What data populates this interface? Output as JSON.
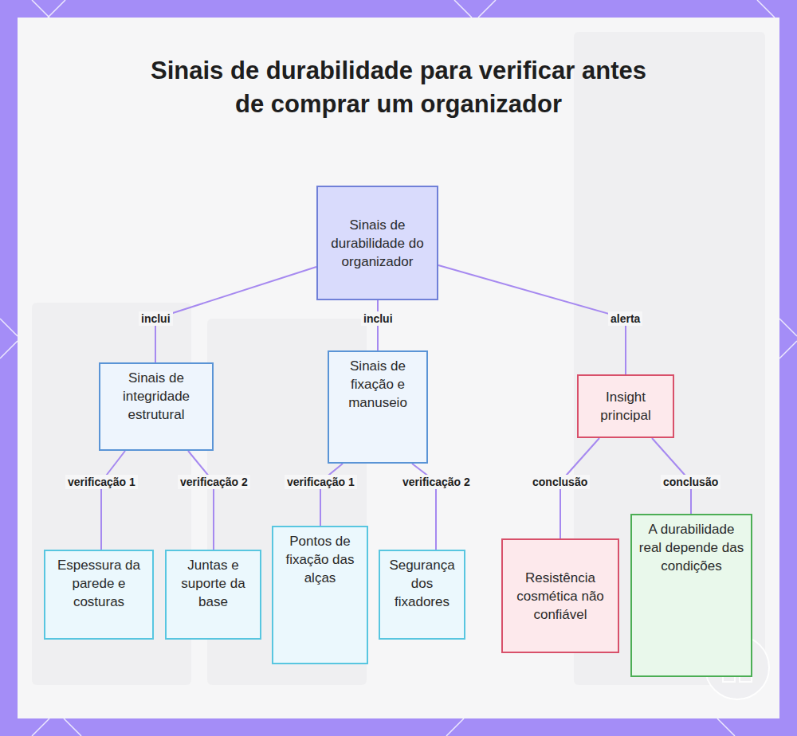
{
  "diagram": {
    "title": "Sinais de durabilidade para verificar antes de comprar um organizador",
    "nodes": [
      {
        "text": [
          "Sinais de durabilidade do organizador"
        ]
      },
      {
        "text": [
          "Sinais de integridade estrutural"
        ]
      },
      {
        "text": [
          "Sinais de fixação e manuseio"
        ]
      },
      {
        "text": [
          "Insight principal"
        ]
      },
      {
        "text": [
          "Espessura da parede e costuras"
        ]
      },
      {
        "text": [
          "Juntas e suporte da base"
        ]
      },
      {
        "text": [
          "Pontos de fixação das alças"
        ]
      },
      {
        "text": [
          "Segurança dos fixadores"
        ]
      },
      {
        "text": [
          "Resistência cosmética não confiável"
        ]
      },
      {
        "text": [
          "A durabilidade real depende das condições"
        ]
      }
    ],
    "edges": [
      {
        "from": 0,
        "to": 1,
        "label": "inclui",
        "arrow": "none"
      },
      {
        "from": 0,
        "to": 2,
        "label": "inclui",
        "arrow": "none"
      },
      {
        "from": 0,
        "to": 3,
        "label": "alerta",
        "arrow": "none"
      },
      {
        "from": 1,
        "to": 4,
        "label": "verificação 1",
        "arrow": "none"
      },
      {
        "from": 1,
        "to": 5,
        "label": "verificação 2",
        "arrow": "none"
      },
      {
        "from": 2,
        "to": 6,
        "label": "verificação 1",
        "arrow": "none"
      },
      {
        "from": 2,
        "to": 7,
        "label": "verificação 2",
        "arrow": "none"
      },
      {
        "from": 3,
        "to": 8,
        "label": "conclusão",
        "arrow": "none"
      },
      {
        "from": 3,
        "to": 9,
        "label": "conclusão",
        "arrow": "none"
      }
    ]
  }
}
